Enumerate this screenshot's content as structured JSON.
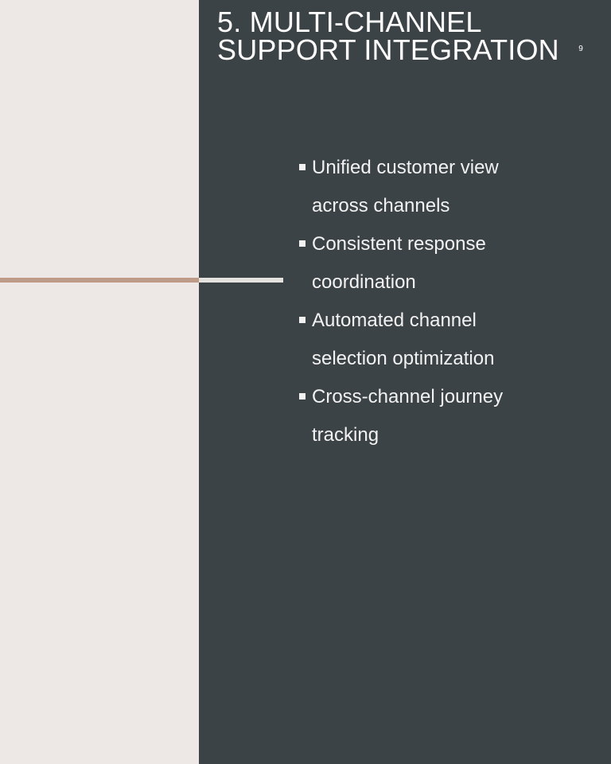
{
  "slide": {
    "title_line1": "5. MULTI-CHANNEL",
    "title_line2": "SUPPORT INTEGRATION",
    "page_number": "9",
    "bullets": [
      {
        "line1": "Unified customer view",
        "line2": "across channels"
      },
      {
        "line1": "Consistent response",
        "line2": "coordination"
      },
      {
        "line1": "Automated channel",
        "line2": "selection optimization"
      },
      {
        "line1": "Cross-channel journey",
        "line2": "tracking"
      }
    ]
  },
  "colors": {
    "left_panel": "#EDE8E5",
    "right_panel": "#3C4346",
    "accent_line_left": "#BE9A88",
    "accent_line_right": "#E4E1DF",
    "text": "#FFFFFF"
  },
  "icons": {
    "bullet": "square-bullet-icon"
  }
}
